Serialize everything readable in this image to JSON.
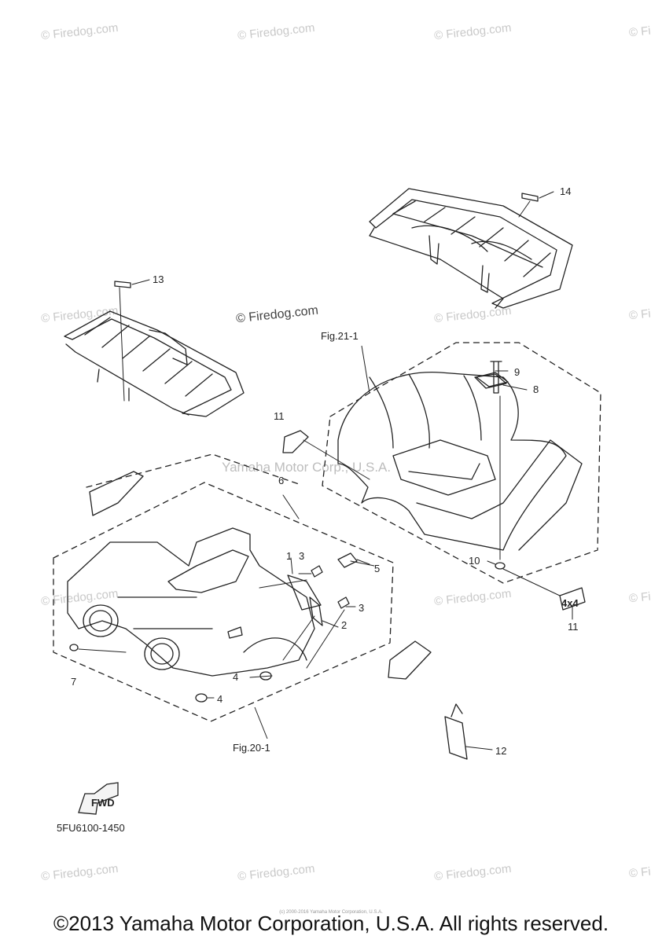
{
  "watermarks": {
    "site": "© Firedog.com",
    "site_cut": "© Fi",
    "center": "© Firedog.com",
    "company": "Yamaha Motor Corp., U.S.A."
  },
  "callouts": {
    "c1": "1",
    "c2": "2",
    "c3a": "3",
    "c3b": "3",
    "c4a": "4",
    "c4b": "4",
    "c5": "5",
    "c6": "6",
    "c7": "7",
    "c8": "8",
    "c9": "9",
    "c10": "10",
    "c11a": "11",
    "c11b": "11",
    "c12": "12",
    "c13": "13",
    "c14": "14"
  },
  "fig_refs": {
    "rear": "Fig.21-1",
    "front": "Fig.20-1"
  },
  "fwd_label": "FWD",
  "decal_4x4": "4x4",
  "part_code": "5FU6100-1450",
  "credit_small": "(c) 2000-2016 Yamaha Motor Corporation, U.S.A.",
  "copyright": "©2013 Yamaha Motor Corporation, U.S.A. All rights reserved."
}
